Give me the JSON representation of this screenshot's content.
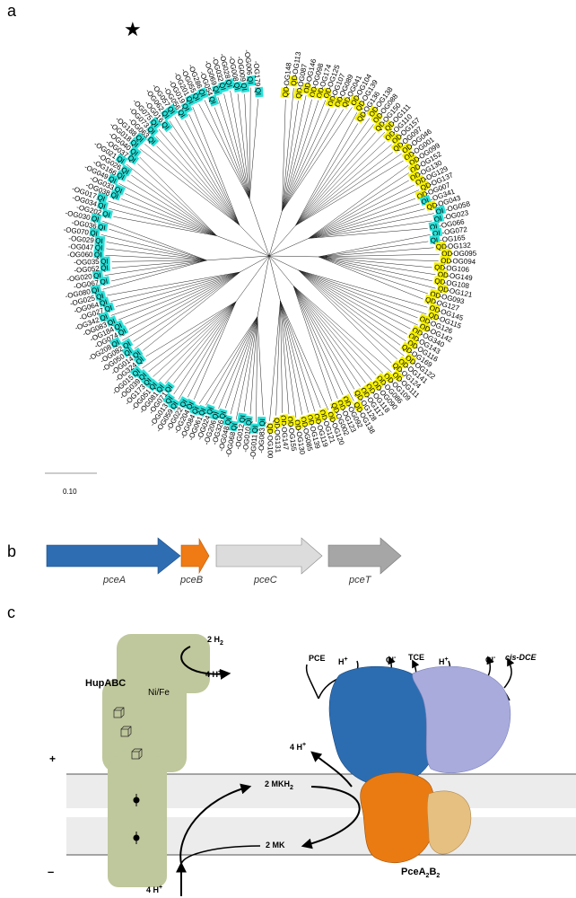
{
  "panels": {
    "a": "a",
    "b": "b",
    "c": "c"
  },
  "tree": {
    "scale_label": "0.10",
    "star": "★",
    "colors": {
      "QD": "#f5f000",
      "QI": "#29e0d8"
    },
    "leaves": [
      {
        "prefix": "QD",
        "id": "OG148"
      },
      {
        "prefix": "QD",
        "id": "OG113"
      },
      {
        "prefix": "QD",
        "id": "OG087"
      },
      {
        "prefix": "QD",
        "id": "OG146"
      },
      {
        "prefix": "QD",
        "id": "OG098"
      },
      {
        "prefix": "QD",
        "id": "OG174"
      },
      {
        "prefix": "QD",
        "id": "OG125"
      },
      {
        "prefix": "QD",
        "id": "OG107"
      },
      {
        "prefix": "QD",
        "id": "OG089"
      },
      {
        "prefix": "QD",
        "id": "OG041"
      },
      {
        "prefix": "QD",
        "id": "OG104"
      },
      {
        "prefix": "QD",
        "id": "OG139"
      },
      {
        "prefix": "QD",
        "id": "OG136"
      },
      {
        "prefix": "QD",
        "id": "OG138"
      },
      {
        "prefix": "QD",
        "id": "OG088"
      },
      {
        "prefix": "QD",
        "id": "OG150"
      },
      {
        "prefix": "QD",
        "id": "OG111"
      },
      {
        "prefix": "QD",
        "id": "OG110"
      },
      {
        "prefix": "QD",
        "id": "OG157"
      },
      {
        "prefix": "QD",
        "id": "OG097"
      },
      {
        "prefix": "QD",
        "id": "OG046"
      },
      {
        "prefix": "QD",
        "id": "OG001"
      },
      {
        "prefix": "QD",
        "id": "OG099"
      },
      {
        "prefix": "QD",
        "id": "OG152"
      },
      {
        "prefix": "QD",
        "id": "OG130"
      },
      {
        "prefix": "QD",
        "id": "OG129"
      },
      {
        "prefix": "QD",
        "id": "OG137"
      },
      {
        "prefix": "QD",
        "id": "OG007"
      },
      {
        "prefix": "QI",
        "id": "OG341"
      },
      {
        "prefix": "QD",
        "id": "OG043"
      },
      {
        "prefix": "QI",
        "id": "OG058"
      },
      {
        "prefix": "QI",
        "id": "OG023"
      },
      {
        "prefix": "QI",
        "id": "OG066"
      },
      {
        "prefix": "QI",
        "id": "OG072"
      },
      {
        "prefix": "QI",
        "id": "OG165"
      },
      {
        "prefix": "QD",
        "id": "OG132"
      },
      {
        "prefix": "QD",
        "id": "OG095"
      },
      {
        "prefix": "QD",
        "id": "OG094"
      },
      {
        "prefix": "QD",
        "id": "OG106"
      },
      {
        "prefix": "QD",
        "id": "OG149"
      },
      {
        "prefix": "QD",
        "id": "OG108"
      },
      {
        "prefix": "QD",
        "id": "OG121"
      },
      {
        "prefix": "QD",
        "id": "OG093"
      },
      {
        "prefix": "QD",
        "id": "OG127"
      },
      {
        "prefix": "QD",
        "id": "OG145"
      },
      {
        "prefix": "QD",
        "id": "OG115"
      },
      {
        "prefix": "QD",
        "id": "OG126"
      },
      {
        "prefix": "QD",
        "id": "OG142"
      },
      {
        "prefix": "QD",
        "id": "OG340"
      },
      {
        "prefix": "QD",
        "id": "OG143"
      },
      {
        "prefix": "QD",
        "id": "OG116"
      },
      {
        "prefix": "QD",
        "id": "OG169"
      },
      {
        "prefix": "QD",
        "id": "OG122"
      },
      {
        "prefix": "QD",
        "id": "OG141"
      },
      {
        "prefix": "QD",
        "id": "OG124"
      },
      {
        "prefix": "QD",
        "id": "OG111"
      },
      {
        "prefix": "QD",
        "id": "OG109"
      },
      {
        "prefix": "QD",
        "id": "OG086"
      },
      {
        "prefix": "QD",
        "id": "OG090"
      },
      {
        "prefix": "QD",
        "id": "OG118"
      },
      {
        "prefix": "QD",
        "id": "OG117"
      },
      {
        "prefix": "QD",
        "id": "OG128"
      },
      {
        "prefix": "QD",
        "id": "OG138"
      },
      {
        "prefix": "QD",
        "id": "OG092"
      },
      {
        "prefix": "QD",
        "id": "OG123"
      },
      {
        "prefix": "QD",
        "id": "OG002"
      },
      {
        "prefix": "QD",
        "id": "OG120"
      },
      {
        "prefix": "QD",
        "id": "OG121"
      },
      {
        "prefix": "QD",
        "id": "OG119"
      },
      {
        "prefix": "QD",
        "id": "OG139"
      },
      {
        "prefix": "QD",
        "id": "OG085"
      },
      {
        "prefix": "QD",
        "id": "OG130"
      },
      {
        "prefix": "QD",
        "id": "OG155"
      },
      {
        "prefix": "QD",
        "id": "OG147"
      },
      {
        "prefix": "QD",
        "id": "OG131"
      },
      {
        "prefix": "QD",
        "id": "OG100"
      },
      {
        "prefix": "QI",
        "id": "OG083"
      },
      {
        "prefix": "QI",
        "id": "OG011"
      },
      {
        "prefix": "QI",
        "id": "OG010"
      },
      {
        "prefix": "QI",
        "id": "OG012"
      },
      {
        "prefix": "QI",
        "id": "OG068"
      },
      {
        "prefix": "QI",
        "id": "OG048"
      },
      {
        "prefix": "QI",
        "id": "OG326"
      },
      {
        "prefix": "QI",
        "id": "OG206"
      },
      {
        "prefix": "QI",
        "id": "OG024"
      },
      {
        "prefix": "QI",
        "id": "OG061"
      },
      {
        "prefix": "QI",
        "id": "OG084"
      },
      {
        "prefix": "QI",
        "id": "OG204"
      },
      {
        "prefix": "QI",
        "id": "OG022"
      },
      {
        "prefix": "QI",
        "id": "OG059"
      },
      {
        "prefix": "QI",
        "id": "OG013"
      },
      {
        "prefix": "QI",
        "id": "OG071"
      },
      {
        "prefix": "QI",
        "id": "OG081"
      },
      {
        "prefix": "QI",
        "id": "OG051"
      },
      {
        "prefix": "QI",
        "id": "OG173"
      },
      {
        "prefix": "QI",
        "id": "OG039"
      },
      {
        "prefix": "QI",
        "id": "OG015"
      },
      {
        "prefix": "QI",
        "id": "OG324"
      },
      {
        "prefix": "QI",
        "id": "OG014"
      },
      {
        "prefix": "QI",
        "id": "OG050"
      },
      {
        "prefix": "QI",
        "id": "OG082"
      },
      {
        "prefix": "QI",
        "id": "OG208"
      },
      {
        "prefix": "QI",
        "id": "OG074"
      },
      {
        "prefix": "QI",
        "id": "OG184"
      },
      {
        "prefix": "QI",
        "id": "OG083"
      },
      {
        "prefix": "QI",
        "id": "OG342"
      },
      {
        "prefix": "QI",
        "id": "OG027"
      },
      {
        "prefix": "QI",
        "id": "OG064"
      },
      {
        "prefix": "QI",
        "id": "OG025"
      },
      {
        "prefix": "QI",
        "id": "OG080"
      },
      {
        "prefix": "QI",
        "id": "OG067"
      },
      {
        "prefix": "QI",
        "id": "OG020"
      },
      {
        "prefix": "QI",
        "id": "OG052"
      },
      {
        "prefix": "QI",
        "id": "OG035"
      },
      {
        "prefix": "QI",
        "id": "OG060"
      },
      {
        "prefix": "QI",
        "id": "OG047"
      },
      {
        "prefix": "QI",
        "id": "OG029"
      },
      {
        "prefix": "QI",
        "id": "OG070"
      },
      {
        "prefix": "QI",
        "id": "OG036"
      },
      {
        "prefix": "QI",
        "id": "OG030"
      },
      {
        "prefix": "QI",
        "id": "OG202"
      },
      {
        "prefix": "QI",
        "id": "OG034"
      },
      {
        "prefix": "QI",
        "id": "OG017"
      },
      {
        "prefix": "QI",
        "id": "OG038"
      },
      {
        "prefix": "QI",
        "id": "OG033"
      },
      {
        "prefix": "QI",
        "id": "OG049"
      },
      {
        "prefix": "QI",
        "id": "OG166"
      },
      {
        "prefix": "QI",
        "id": "OG026"
      },
      {
        "prefix": "QI",
        "id": "OG021"
      },
      {
        "prefix": "QI",
        "id": "OG037"
      },
      {
        "prefix": "QI",
        "id": "OG040"
      },
      {
        "prefix": "QI",
        "id": "OG018"
      },
      {
        "prefix": "QI",
        "id": "OG188"
      },
      {
        "prefix": "QI",
        "id": "OG063"
      },
      {
        "prefix": "QI",
        "id": "OG073"
      },
      {
        "prefix": "QI",
        "id": "OG075"
      },
      {
        "prefix": "QI",
        "id": "OG016"
      },
      {
        "prefix": "QI",
        "id": "OG062"
      },
      {
        "prefix": "QI",
        "id": "OG057"
      },
      {
        "prefix": "QI",
        "id": "OG056"
      },
      {
        "prefix": "QI",
        "id": "OG019"
      },
      {
        "prefix": "QI",
        "id": "OG201"
      },
      {
        "prefix": "QI",
        "id": "OG055"
      },
      {
        "prefix": "QI",
        "id": "OG286"
      },
      {
        "prefix": "QI",
        "id": "OG054"
      },
      {
        "prefix": "QI",
        "id": "OG069"
      },
      {
        "prefix": "QI",
        "id": "OG032"
      },
      {
        "prefix": "QI",
        "id": "OG028"
      },
      {
        "prefix": "QI",
        "id": "OG008"
      },
      {
        "prefix": "QI",
        "id": "OG009"
      },
      {
        "prefix": "QI",
        "id": "OG006"
      },
      {
        "prefix": "QI",
        "id": "OG179"
      }
    ]
  },
  "genes": [
    {
      "name": "pceA",
      "color": "#2f6db3"
    },
    {
      "name": "pceB",
      "color": "#f07a14"
    },
    {
      "name": "pceC",
      "color": "#d8d8d8"
    },
    {
      "name": "pceT",
      "color": "#a8a8a8"
    }
  ],
  "mechanism": {
    "hupabc_label": "HupABC",
    "nife_label": "Ni/Fe",
    "h2_label": "2 H",
    "h2_sub": "2",
    "h_out_top": "4 H",
    "h_out_mid": "4 H",
    "h_in_bottom": "4 H",
    "plus_sup": "+",
    "mkh2_label": "2 MKH",
    "mkh2_sub": "2",
    "mk_label": "2 MK",
    "pce_label": "PCE",
    "h1_label": "H",
    "cl1_label": "Cl",
    "tce_label": "TCE",
    "h2b_label": "H",
    "cl2_label": "Cl",
    "cisdce_label": "cis-DCE",
    "minus_sup": "-",
    "membrane_plus": "+",
    "membrane_minus": "–",
    "pcea_label": "PceA",
    "pcea_sub1": "2",
    "pceb_label": "B",
    "pceb_sub2": "2",
    "colors": {
      "hup": "#bcc59a",
      "membrane": "#ebebeb",
      "pceA_dark": "#2b6cb0",
      "pceA_light": "#a4a7d9",
      "pceB_orange": "#ea7b12",
      "pceB_tan": "#e8c07f"
    }
  }
}
